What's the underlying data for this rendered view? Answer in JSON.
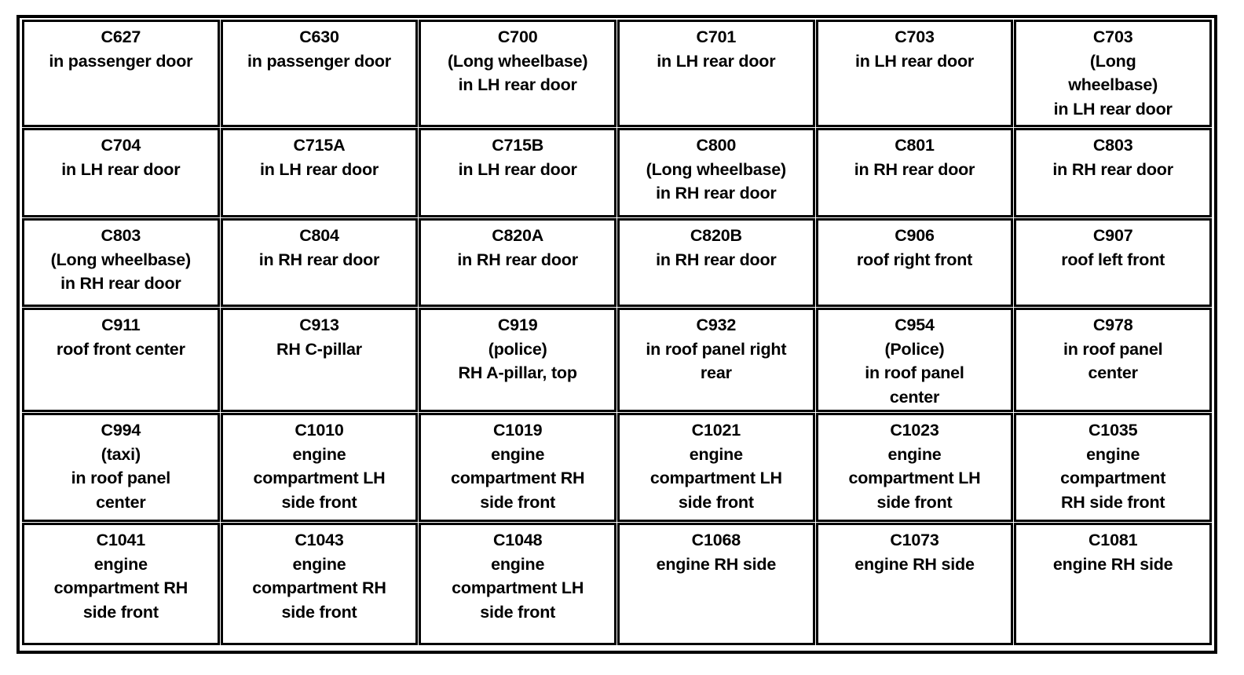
{
  "table": {
    "columns": 6,
    "rows": 6,
    "border_color": "#000000",
    "background_color": "#ffffff",
    "text_color": "#000000",
    "cells": [
      {
        "code": "C627",
        "location": "in passenger door",
        "text": "C627\nin passenger door"
      },
      {
        "code": "C630",
        "location": "in passenger door",
        "text": "C630\nin passenger door"
      },
      {
        "code": "C700",
        "location": "(Long wheelbase)\nin LH rear door",
        "text": "C700\n(Long wheelbase)\nin LH rear door"
      },
      {
        "code": "C701",
        "location": "in LH rear door",
        "text": "C701\nin LH rear door"
      },
      {
        "code": "C703",
        "location": "in LH rear door",
        "text": "C703\nin LH rear door"
      },
      {
        "code": "C703",
        "location": "(Long wheelbase)\nin LH rear door",
        "text": "C703\n(Long\nwheelbase)\nin LH rear door"
      },
      {
        "code": "C704",
        "location": "in LH rear door",
        "text": "C704\nin LH rear door"
      },
      {
        "code": "C715A",
        "location": "in LH rear door",
        "text": "C715A\nin LH rear door"
      },
      {
        "code": "C715B",
        "location": "in LH rear door",
        "text": "C715B\nin LH rear door"
      },
      {
        "code": "C800",
        "location": "(Long wheelbase)\nin RH rear door",
        "text": "C800\n(Long wheelbase)\nin RH rear door"
      },
      {
        "code": "C801",
        "location": "in RH rear door",
        "text": "C801\nin RH rear door"
      },
      {
        "code": "C803",
        "location": "in RH rear door",
        "text": "C803\nin RH rear door"
      },
      {
        "code": "C803",
        "location": "(Long wheelbase)\nin RH rear door",
        "text": "C803\n(Long wheelbase)\nin RH rear door"
      },
      {
        "code": "C804",
        "location": "in RH rear door",
        "text": "C804\nin RH rear door"
      },
      {
        "code": "C820A",
        "location": "in RH rear door",
        "text": "C820A\nin RH rear door"
      },
      {
        "code": "C820B",
        "location": "in RH rear door",
        "text": "C820B\nin RH rear door"
      },
      {
        "code": "C906",
        "location": "roof right front",
        "text": "C906\nroof right front"
      },
      {
        "code": "C907",
        "location": "roof left front",
        "text": "C907\nroof left front"
      },
      {
        "code": "C911",
        "location": "roof front center",
        "text": "C911\nroof front center"
      },
      {
        "code": "C913",
        "location": "RH C-pillar",
        "text": "C913\nRH C-pillar"
      },
      {
        "code": "C919",
        "location": "(police)\nRH A-pillar, top",
        "text": "C919\n(police)\nRH A-pillar, top"
      },
      {
        "code": "C932",
        "location": "in roof panel right rear",
        "text": "C932\nin roof panel right\nrear"
      },
      {
        "code": "C954",
        "location": "(Police)\nin roof panel center",
        "text": "C954\n(Police)\nin roof panel\ncenter"
      },
      {
        "code": "C978",
        "location": "in roof panel center",
        "text": "C978\nin roof panel\ncenter"
      },
      {
        "code": "C994",
        "location": "(taxi)\nin roof panel center",
        "text": "C994\n(taxi)\nin roof panel\ncenter"
      },
      {
        "code": "C1010",
        "location": "engine compartment LH side front",
        "text": "C1010\nengine\ncompartment LH\nside front"
      },
      {
        "code": "C1019",
        "location": "engine compartment RH side front",
        "text": "C1019\nengine\ncompartment RH\nside front"
      },
      {
        "code": "C1021",
        "location": "engine compartment LH side front",
        "text": "C1021\nengine\ncompartment LH\nside front"
      },
      {
        "code": "C1023",
        "location": "engine compartment LH side front",
        "text": "C1023\nengine\ncompartment LH\nside front"
      },
      {
        "code": "C1035",
        "location": "engine compartment RH side front",
        "text": "C1035\nengine\ncompartment\nRH side front"
      },
      {
        "code": "C1041",
        "location": "engine compartment RH side front",
        "text": "C1041\nengine\ncompartment RH\nside front"
      },
      {
        "code": "C1043",
        "location": "engine compartment RH side front",
        "text": "C1043\nengine\ncompartment RH\nside front"
      },
      {
        "code": "C1048",
        "location": "engine compartment LH side front",
        "text": "C1048\nengine\ncompartment LH\nside front"
      },
      {
        "code": "C1068",
        "location": "engine RH side",
        "text": "C1068\nengine RH side"
      },
      {
        "code": "C1073",
        "location": "engine RH side",
        "text": "C1073\nengine RH side"
      },
      {
        "code": "C1081",
        "location": "engine RH side",
        "text": "C1081\nengine RH side"
      }
    ]
  }
}
